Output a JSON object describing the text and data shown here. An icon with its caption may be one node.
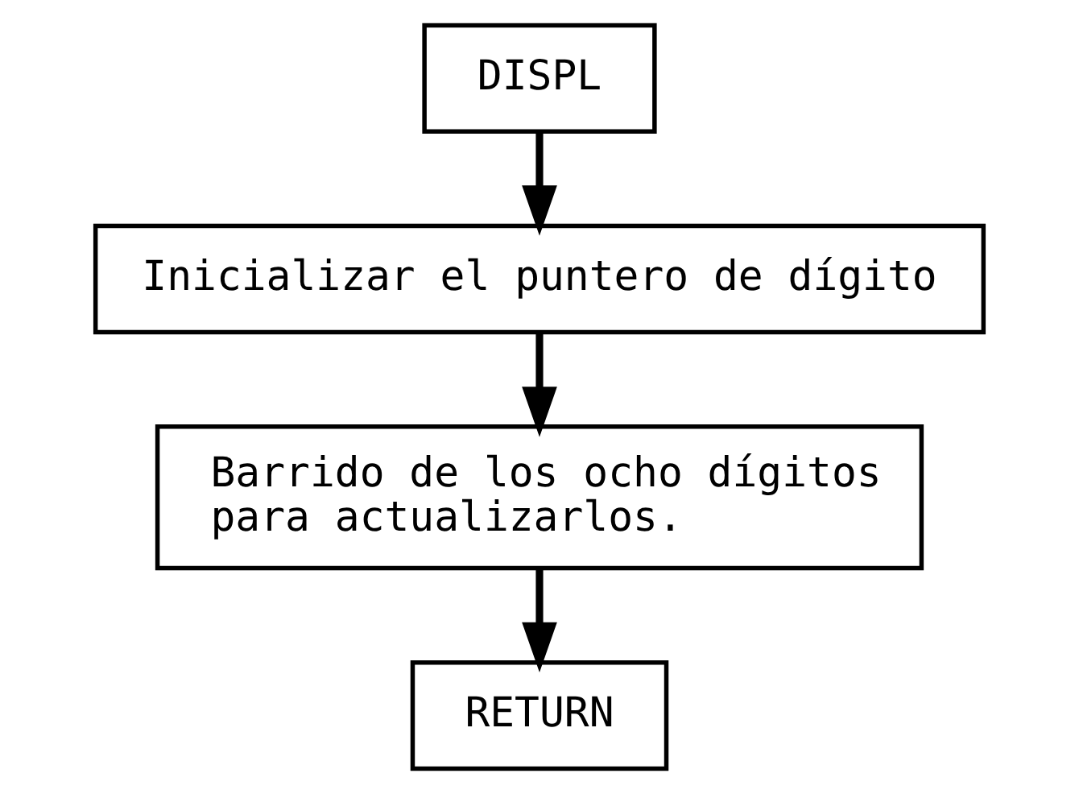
{
  "diagram": {
    "nodes": [
      {
        "text": [
          "DISPL"
        ]
      },
      {
        "text": [
          "Inicializar el puntero de dígito"
        ]
      },
      {
        "text": [
          "Barrido de los ocho dígitos para actualizarlos."
        ]
      },
      {
        "text": [
          "RETURN"
        ]
      }
    ],
    "edges": [
      {
        "from": 0,
        "to": 1,
        "arrow": "to"
      },
      {
        "from": 1,
        "to": 2,
        "arrow": "to"
      },
      {
        "from": 2,
        "to": 3,
        "arrow": "to"
      }
    ]
  }
}
